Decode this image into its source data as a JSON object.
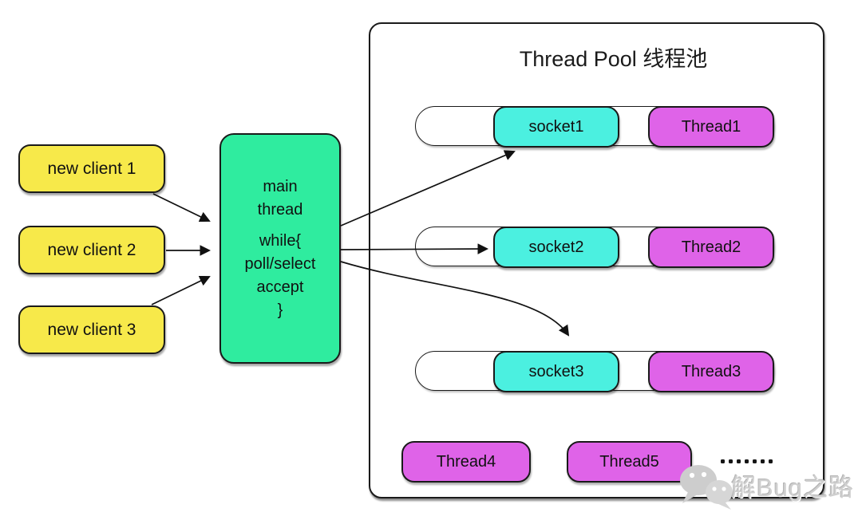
{
  "clients": [
    {
      "label": "new client 1"
    },
    {
      "label": "new client 2"
    },
    {
      "label": "new client 3"
    }
  ],
  "main_thread": {
    "name_lines": [
      "main",
      "thread"
    ],
    "loop_lines": [
      "while{",
      "poll/select",
      "accept",
      "}"
    ]
  },
  "pool": {
    "title": "Thread Pool 线程池",
    "rows": [
      {
        "socket": "socket1",
        "thread": "Thread1"
      },
      {
        "socket": "socket2",
        "thread": "Thread2"
      },
      {
        "socket": "socket3",
        "thread": "Thread3"
      }
    ],
    "idle_threads": [
      "Thread4",
      "Thread5"
    ],
    "ellipsis_dot_count": 7
  },
  "watermark": {
    "icon": "wechat-icon",
    "text": "解Bug之路"
  },
  "colors": {
    "client_fill": "#F7E94A",
    "main_fill": "#2FEC9F",
    "socket_fill": "#4BF0E0",
    "thread_fill": "#DF63E8",
    "outline": "#1A1A1A"
  }
}
